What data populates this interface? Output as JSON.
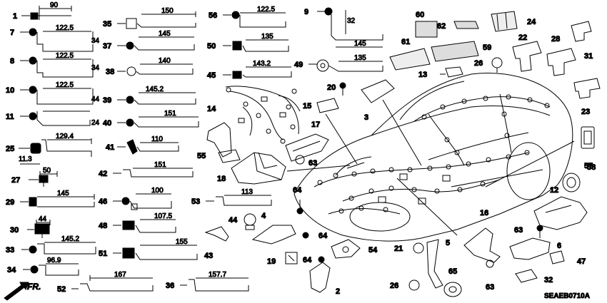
{
  "diagram": {
    "code": "SEAEB0710A",
    "front_label": "FR.",
    "callouts": {
      "c1": "1",
      "c2": "2",
      "c3": "3",
      "c4": "4",
      "c5": "5",
      "c6": "6",
      "c7": "7",
      "c8": "8",
      "c9": "9",
      "c10": "10",
      "c11": "11",
      "c12": "12",
      "c13": "13",
      "c14": "14",
      "c15": "15",
      "c16": "16",
      "c17": "17",
      "c18": "18",
      "c19": "19",
      "c20": "20",
      "c21": "21",
      "c22": "22",
      "c23": "23",
      "c24": "24",
      "c25": "25",
      "c26a": "26",
      "c26b": "26",
      "c27": "27",
      "c28": "28",
      "c29": "29",
      "c30": "30",
      "c31": "31",
      "c32": "32",
      "c33": "33",
      "c34": "34",
      "c35": "35",
      "c36": "36",
      "c37": "37",
      "c38": "38",
      "c39": "39",
      "c40": "40",
      "c41": "41",
      "c42": "42",
      "c43": "43",
      "c44": "44",
      "c45": "45",
      "c46": "46",
      "c47": "47",
      "c48": "48",
      "c49": "49",
      "c50": "50",
      "c51": "51",
      "c52": "52",
      "c53": "53",
      "c54": "54",
      "c55": "55",
      "c56": "56",
      "c57": "57",
      "c58": "58",
      "c59": "59",
      "c60": "60",
      "c61": "61",
      "c62": "62",
      "c63a": "63",
      "c63b": "63",
      "c63c": "63",
      "c64a": "64",
      "c64b": "64",
      "c64c": "64",
      "c65": "65"
    },
    "dimensions": {
      "d1": "90",
      "d7w": "122.5",
      "d7h": "34",
      "d8w": "122.5",
      "d8h": "34",
      "d10w": "122.5",
      "d10h": "44",
      "d11h": "24",
      "d25w": "129.4",
      "d25o": "11.3",
      "d27": "50",
      "d29": "145",
      "d30": "44",
      "d33": "145.2",
      "d34": "96.9",
      "d52": "167",
      "d35": "150",
      "d37": "145",
      "d38": "140",
      "d39": "145.2",
      "d40": "151",
      "d41": "110",
      "d42": "151",
      "d46": "100",
      "d48": "107.5",
      "d51": "155",
      "d36": "157.7",
      "d53": "113",
      "d56": "122.5",
      "d50": "135",
      "d45": "143.2",
      "d9h": "32",
      "d9w": "145",
      "d49": "135"
    }
  }
}
